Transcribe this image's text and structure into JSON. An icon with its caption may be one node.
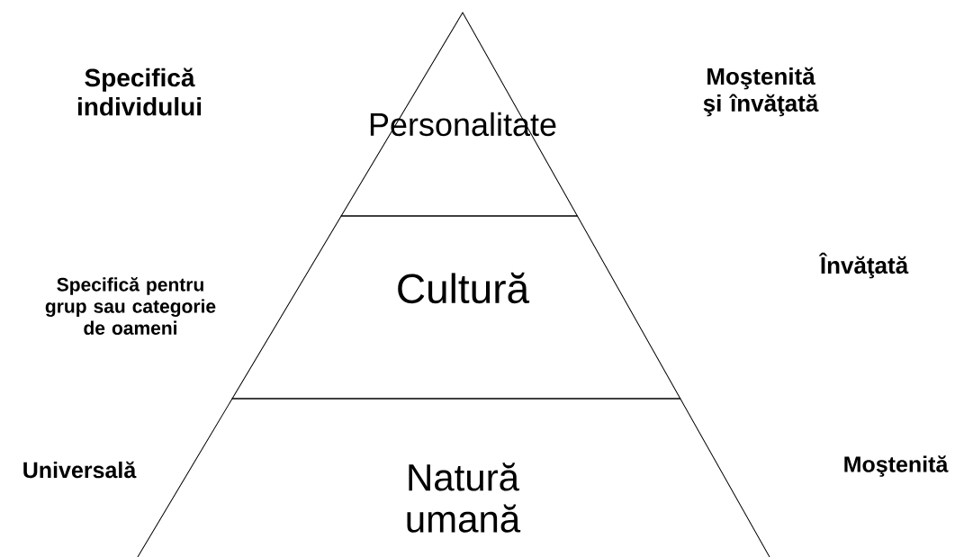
{
  "diagram": {
    "nodes": [
      {
        "text": [
          "Personalitate"
        ]
      },
      {
        "text": [
          "Cultură"
        ]
      },
      {
        "text": [
          "Natură umană"
        ]
      }
    ],
    "labels": [
      "Specifică individului",
      "Moştenită şi învăţată",
      "Specifică pentru grup sau categorie de oameni",
      "Învăţată",
      "Universală",
      "Moştenită"
    ]
  }
}
